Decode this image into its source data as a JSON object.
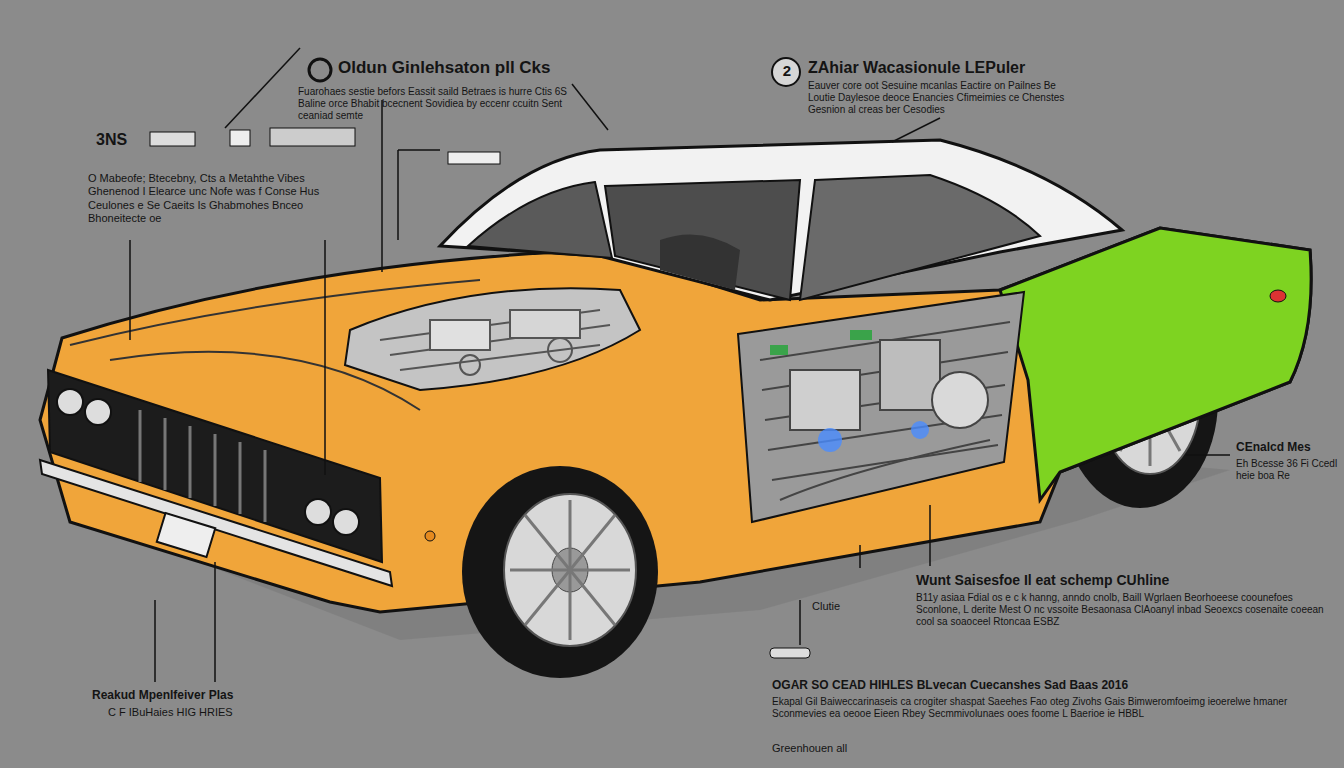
{
  "diagram": {
    "labels": [
      "Oldun Ginlehsaton pll Cks",
      "Fuarohaes sestie befors Eassit saild Betraes is hurre Ctis 6S Baline orce Bhabit bcecnent Sovidiea by eccenr ccuitn Sent ceaniad semte",
      "2",
      "ZAhiar Wacasionule LEPuler",
      "Eauver core oot Sesuine mcanlas Eactire on Pailnes Be Loutie Daylesoe deoce Enancies Cfimeimies ce Chenstes Gesnion al creas ber Cesodies",
      "3NS",
      "O Mabeofe; Btecebny, Cts a Metahthe Vibes Ghenenod I Elearce unc Nofe was f Conse Hus Ceulones e Se Caeits Is Ghabmohes Bnceo Bhoneitecte oe",
      "CEnalcd Mes",
      "Eh Bcesse 36 Fi Ccedl heie boa Re",
      "Wunt Saisesfoe Il eat schemp CUhline",
      "B11y asiaa Fdial os e c k hanng, anndo cnolb, Baill Wgrlaen Beorhoeese coounefoes Sconlone, L derite Mest O nc vssoite Besaonasa ClAoanyl inbad Seoexcs cosenaite coeean cool sa soaoceel Rtoncaa ESBZ",
      "Clutie",
      "Reakud Mpenlfeiver Plas",
      "C F IBuHaies HIG HRIES",
      "OGAR SO CEAD HIHLES BLvecan Cuecanshes Sad Baas 2016",
      "Ekapal Gil Baiweccarinaseis ca crogiter shaspat Saeehes Fao oteg Zivohs Gais Bimweromfoeimg ieoerelwe hmaner Sconmevies ea oeooe Eieen Rbey Secmmivolunaes ooes foome L Baerioe ie HBBL",
      "Greenhouen all"
    ]
  }
}
